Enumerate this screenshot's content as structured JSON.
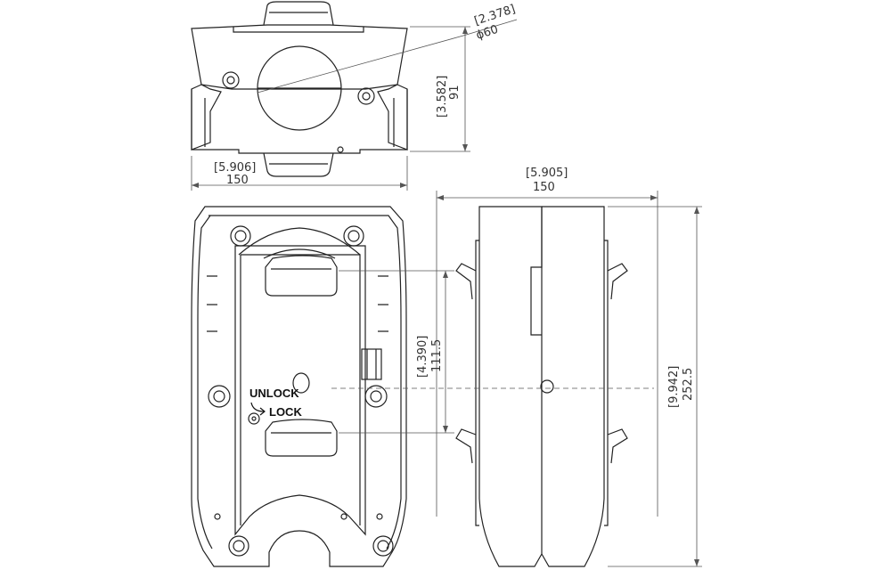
{
  "dimensions": {
    "tube_diameter_in": "[2.378]",
    "tube_diameter_mm": "ϕ60",
    "top_height_in": "[3.582]",
    "top_height_mm": "91",
    "top_width_in": "[5.906]",
    "top_width_mm": "150",
    "side_width_in": "[5.905]",
    "side_width_mm": "150",
    "slot_spacing_in": "[4.390]",
    "slot_spacing_mm": "111.5",
    "total_height_in": "[9.942]",
    "total_height_mm": "252.5"
  },
  "labels": {
    "unlock": "UNLOCK",
    "lock": "LOCK"
  },
  "colors": {
    "line": "#222222",
    "dim_line": "#555555",
    "background": "#ffffff"
  }
}
